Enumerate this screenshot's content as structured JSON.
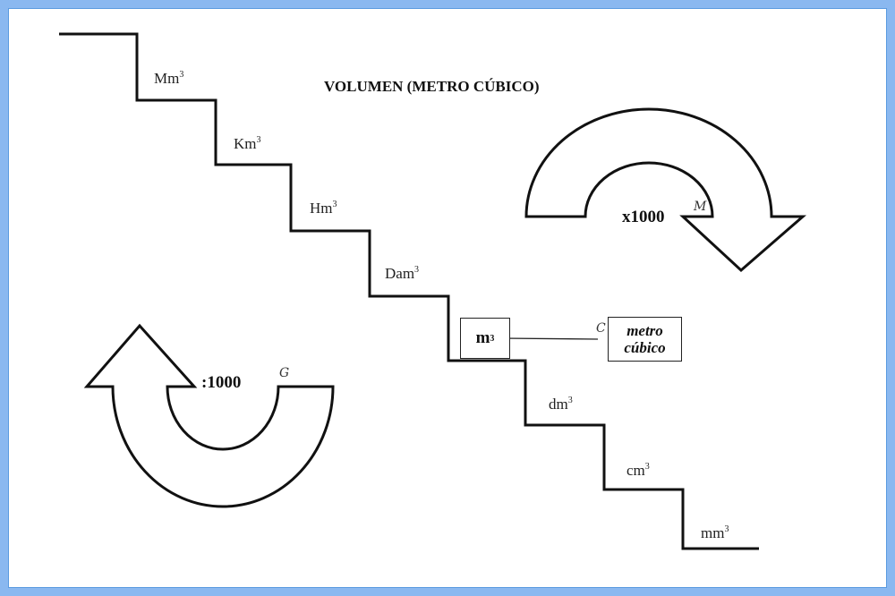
{
  "title": "VOLUMEN (METRO CÚBICO)",
  "units": [
    {
      "base": "Mm",
      "exp": "3"
    },
    {
      "base": "Km",
      "exp": "3"
    },
    {
      "base": "Hm",
      "exp": "3"
    },
    {
      "base": "Dam",
      "exp": "3"
    },
    {
      "base": "m",
      "exp": "3"
    },
    {
      "base": "dm",
      "exp": "3"
    },
    {
      "base": "cm",
      "exp": "3"
    },
    {
      "base": "mm",
      "exp": "3"
    }
  ],
  "definition": {
    "line1": "metro",
    "line2": "cúbico"
  },
  "operations": {
    "down": "x1000",
    "up": ":1000"
  },
  "marks": {
    "multiply_mark": "M",
    "divide_mark": "G",
    "definition_mark": "C"
  },
  "colors": {
    "frame": "#8ab8f0",
    "line": "#111111",
    "background": "#ffffff"
  }
}
